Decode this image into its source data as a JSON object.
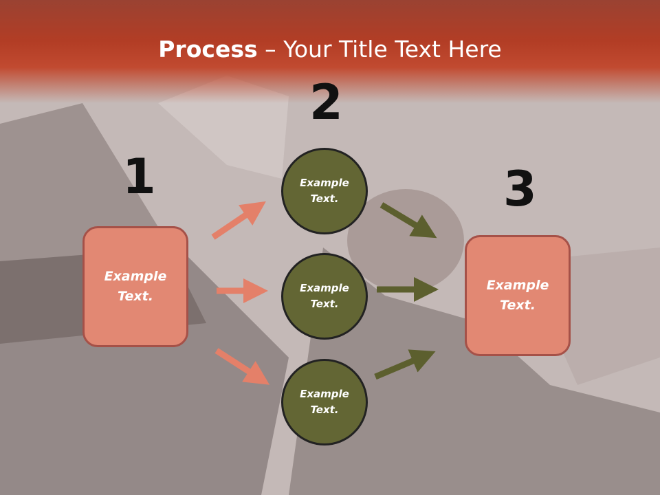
{
  "slide": {
    "title_bold": "Process",
    "title_rest": " – Your Title Text Here"
  },
  "steps": [
    {
      "number": "1",
      "text": "Example\nText."
    },
    {
      "number": "2",
      "items": [
        "Example\nText.",
        "Example\nText.",
        "Example\nText."
      ]
    },
    {
      "number": "3",
      "text": "Example\nText."
    }
  ],
  "colors": {
    "title_band": "#b23d25",
    "box_fill": "#e28873",
    "circle_fill": "#636634",
    "arrow_salmon": "#e48069",
    "arrow_olive": "#5c5f2e"
  }
}
